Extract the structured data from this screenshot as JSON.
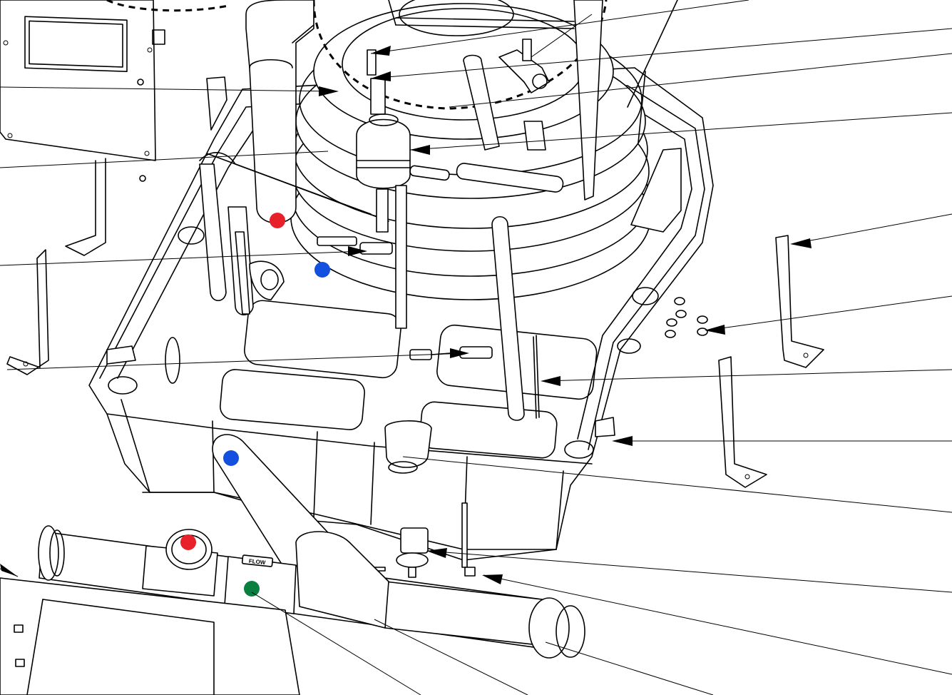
{
  "diagram": {
    "kind": "exploded-parts-diagram",
    "background": "#ffffff",
    "line_color": "#000000",
    "markers": [
      {
        "id": "hot-upper",
        "color": "#e8202a",
        "meaning": "red"
      },
      {
        "id": "cold-upper",
        "color": "#1450e0",
        "meaning": "blue"
      },
      {
        "id": "cold-lower",
        "color": "#1450e0",
        "meaning": "blue"
      },
      {
        "id": "hot-lower",
        "color": "#e8202a",
        "meaning": "red"
      },
      {
        "id": "sensor-lower",
        "color": "#0a8040",
        "meaning": "green"
      }
    ],
    "callout_count": 20,
    "visible_labels": {
      "flow_sticker": "FLOW"
    }
  }
}
